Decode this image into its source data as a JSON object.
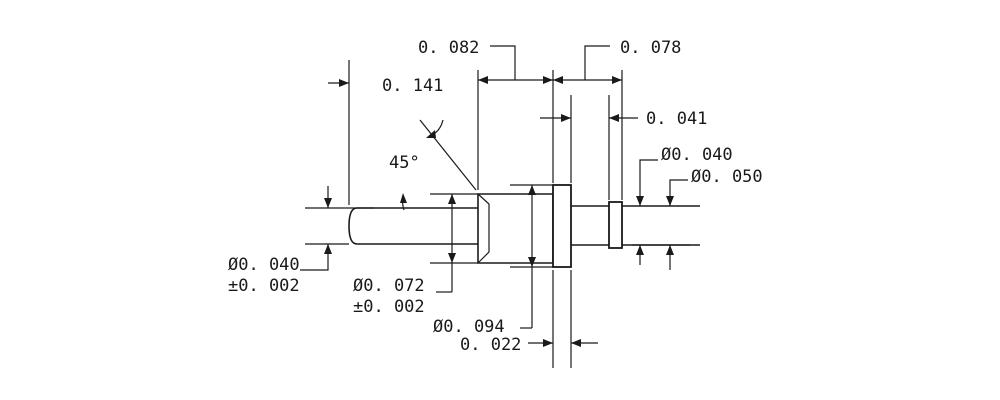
{
  "labels": {
    "len_0141": "0. 141",
    "len_0082": "0. 082",
    "len_0078": "0. 078",
    "len_0041": "0. 041",
    "angle_45": "45°",
    "dia_0040_right": "Ø0. 040",
    "dia_0050": "Ø0. 050",
    "dia_0040_left": "Ø0. 040",
    "tol_left": "±0. 002",
    "dia_0072": "Ø0. 072",
    "tol_mid": "±0. 002",
    "dia_0094": "Ø0. 094",
    "len_0022": "0. 022"
  }
}
